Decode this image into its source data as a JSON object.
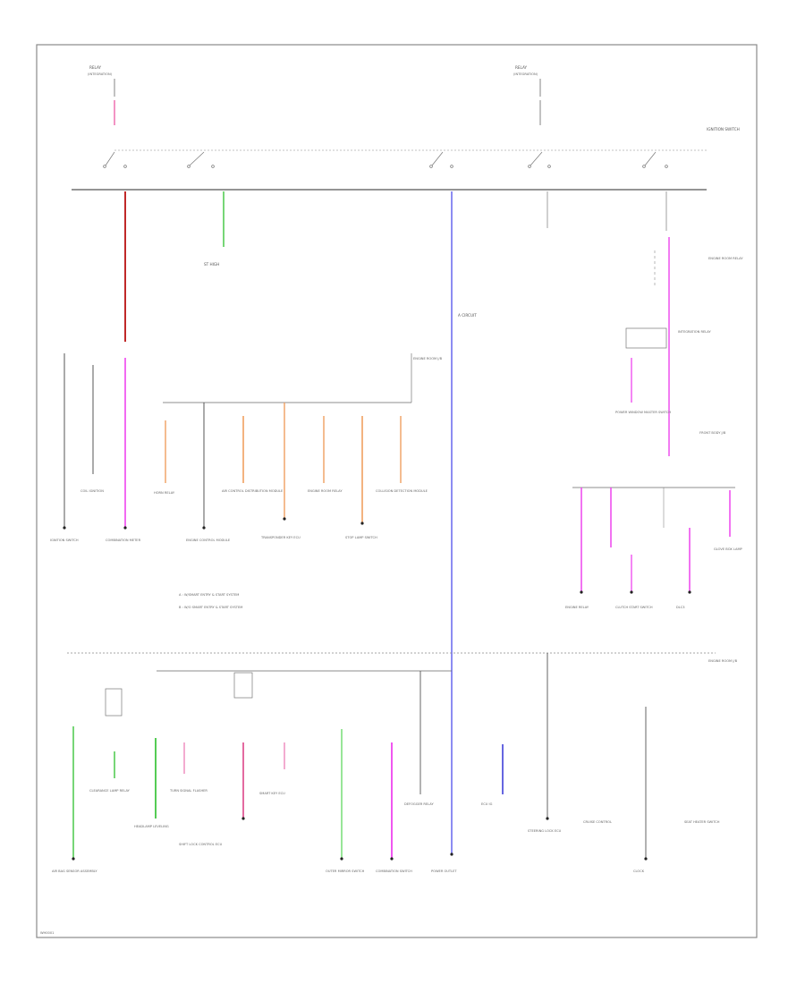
{
  "relays": [
    {
      "title": "RELAY",
      "sub": "(INTEGRATION)"
    },
    {
      "title": "RELAY",
      "sub": "(INTEGRATION)"
    }
  ],
  "ig_switch": "IGNITION SWITCH",
  "top_left_circuit": "ST HIGH",
  "mid_circuit": "A  CIRCUIT",
  "legend": [
    "A : W/SMART ENTRY & START SYSTEM",
    "B : W/O SMART ENTRY & START SYSTEM"
  ],
  "junction_left": "ENGINE ROOM J/B",
  "junction_right_top": "ENGINE ROOM RELAY",
  "junction_right_mid": "INTEGRATION RELAY",
  "junction_right_low": "FRONT BODY J/B",
  "junction_right_bottom": "ENGINE ROOM J/B",
  "left_loads": [
    "IGNITION SWITCH",
    "COIL IGNITION",
    "COMBINATION METER",
    "HORN RELAY",
    "ENGINE CONTROL MODULE",
    "AIR CONTROL DISTRIBUTION MODULE",
    "TRANSPONDER KEY ECU",
    "ENGINE ROOM RELAY",
    "STOP LAMP SWITCH",
    "COLLISION DETECTION MODULE"
  ],
  "right_loads": [
    "POWER WINDOW MASTER SWITCH",
    "ENGINE RELAY",
    "CLUTCH START SWITCH",
    "DLC3",
    "GLOVE BOX LAMP"
  ],
  "bottom_loads": [
    "AIR BAG SENSOR ASSEMBLY",
    "CLEARANCE LAMP RELAY",
    "HEADLAMP LEVELING",
    "TURN SIGNAL FLASHER",
    "SHIFT LOCK CONTROL ECU",
    "SMART KEY ECU",
    "OUTER MIRROR SWITCH",
    "COMBINATION SWITCH",
    "DEFOGGER RELAY",
    "POWER OUTLET",
    "ECU IG",
    "STEERING LOCK ECU",
    "CRUISE CONTROL",
    "CLOCK",
    "SEAT HEATER SWITCH"
  ],
  "page_id": "WH0001",
  "colors": {
    "red": "#c02828",
    "green": "#55cc55",
    "pink": "#ee44ee",
    "orange": "#f0a060",
    "blue": "#6a6aee",
    "wire": "#666666"
  }
}
